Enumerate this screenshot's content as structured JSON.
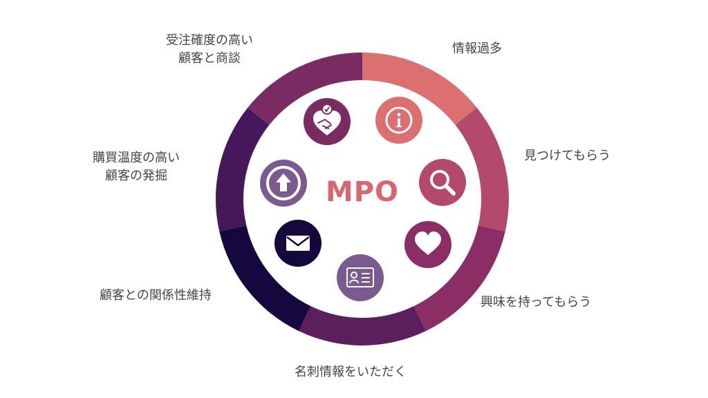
{
  "center_label": "MPO",
  "segments": [
    {
      "id": "info-overload",
      "label_lines": [
        "情報過多"
      ],
      "color": "#dc7070",
      "icon": "info-icon"
    },
    {
      "id": "get-found",
      "label_lines": [
        "見つけてもらう"
      ],
      "color": "#b3496b",
      "icon": "search-icon"
    },
    {
      "id": "get-interested",
      "label_lines": [
        "興味を持ってもらう"
      ],
      "color": "#8a2e65",
      "icon": "heart-icon"
    },
    {
      "id": "business-card",
      "label_lines": [
        "名刺情報をいただく"
      ],
      "color": "#5a1f5c",
      "icon": "id-card-icon"
    },
    {
      "id": "maintain-relation",
      "label_lines": [
        "顧客との関係性維持"
      ],
      "color": "#14083f",
      "icon": "mail-icon"
    },
    {
      "id": "discover-high",
      "label_lines": [
        "購買温度の高い",
        "顧客の発掘"
      ],
      "color": "#46175a",
      "icon": "upload-arrow-icon"
    },
    {
      "id": "negotiate-high",
      "label_lines": [
        "受注確度の高い",
        "顧客と商談"
      ],
      "color": "#7a2c62",
      "icon": "handshake-heart-icon"
    }
  ],
  "colors": {
    "center_text": "#d9666e",
    "icon_bg": [
      "#dc7070",
      "#b3496b",
      "#8a2e65",
      "#7a5a90",
      "#14083f",
      "#7a5a90",
      "#7a2c62"
    ],
    "icon_fg": "#ffffff"
  }
}
